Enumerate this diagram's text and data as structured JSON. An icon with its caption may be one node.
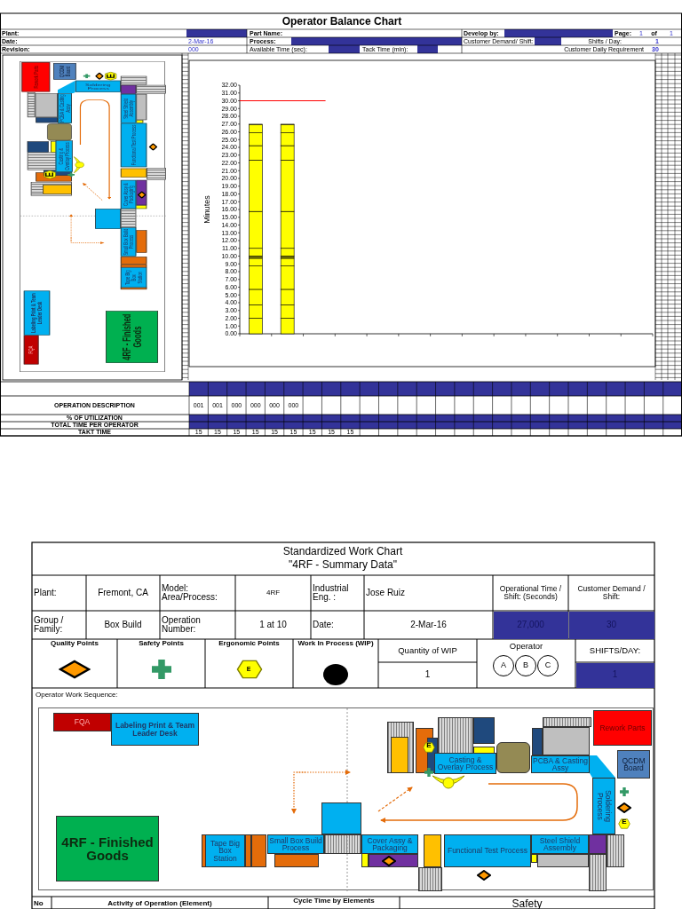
{
  "diagram": {
    "title": "Operator Balance Chart",
    "nodes": [
      {
        "text": [
          "FQA"
        ]
      },
      {
        "text": [
          "Labeling Print & Team Leader Desk"
        ]
      },
      {
        "text": [
          "Casting & Overlay Process"
        ]
      },
      {
        "text": [
          "PCBA & Casting Assy"
        ]
      },
      {
        "text": [
          "Rework Parts"
        ]
      },
      {
        "text": [
          "QCDM Board"
        ]
      },
      {
        "text": [
          "Soldering Process"
        ]
      },
      {
        "text": [
          "4RF - Finished Goods"
        ]
      },
      {
        "text": [
          "Tape Big Box Station"
        ]
      },
      {
        "text": [
          "Small Box Build Process"
        ]
      },
      {
        "text": [
          "Cover Assy & Packaging"
        ]
      },
      {
        "text": [
          "Functional Test Process"
        ]
      },
      {
        "text": [
          "Steel Shield Assembly"
        ]
      },
      {
        "text": [],
        "shape": "box"
      },
      {
        "text": [
          "FQA"
        ]
      },
      {
        "text": [
          "Labeling Print & Team Leader Desk"
        ]
      },
      {
        "text": [
          "Casting & Overlay Process"
        ]
      },
      {
        "text": [
          "PCBA & Casting Assy"
        ]
      },
      {
        "text": [
          "Rework Parts"
        ]
      },
      {
        "text": [
          "QCDM Board"
        ]
      },
      {
        "text": [
          "Soldering Process"
        ]
      },
      {
        "text": [
          "4RF - Finished Goods"
        ]
      },
      {
        "text": [
          "Tape Big Box Station"
        ]
      },
      {
        "text": [
          "Small Box Build Process"
        ]
      },
      {
        "text": [
          "Cover Assy & Packaging"
        ]
      },
      {
        "text": [
          "Functional Test Process"
        ]
      },
      {
        "text": [
          "Steel Shield Assembly"
        ]
      },
      {
        "text": [],
        "shape": "box"
      }
    ],
    "labels": [
      "Plant:",
      "Part Name:",
      "Develop by:",
      "Page:",
      "1",
      "of",
      "1",
      "Date:",
      "2-Mar-16",
      "Process:",
      "Customer Demand/ Shift:",
      "Shifts / Day:",
      "1",
      "Revision:",
      "000",
      "Available Time (sec):",
      "Tack Time (min):",
      "Customer Daily Requirement",
      "30",
      "E",
      "E",
      "OPERATION DESCRIPTION",
      "001",
      "001",
      "000",
      "000",
      "000",
      "000",
      "% OF UTILIZATION",
      "TOTAL TIME PER OPERATOR",
      "TAKT TIME",
      "15",
      "15",
      "15",
      "15",
      "15",
      "15",
      "15",
      "15",
      "15",
      "Standardized Work Chart",
      "\"4RF - Summary Data\"",
      "Plant:",
      "Fremont, CA",
      "Model: Area/Process:",
      "4RF",
      "Industrial Eng. :",
      "Jose Ruiz",
      "Operational Time / Shift: (Seconds)",
      "Customer Demand / Shift:",
      "Group / Family:",
      "Box Build",
      "Operation Number:",
      "1 at 10",
      "Date:",
      "2-Mar-16",
      "27,000",
      "30",
      "E",
      "Quantity of WIP",
      "1",
      "Operator",
      "A",
      "B",
      "C",
      "SHIFTS/DAY:",
      "1",
      "Operator Work Sequence:",
      "E",
      "E",
      "No",
      "Activity of Operation (Element)",
      "Cycle Time by Elements",
      "Safety"
    ],
    "legend": [
      {
        "text": "Quality Points"
      },
      {
        "text": "Safety Points"
      },
      {
        "text": "Ergonomic Points"
      },
      {
        "text": "Work In Process (WIP)"
      }
    ],
    "chart_data": {
      "type": "bar",
      "stacked": true,
      "ylabel": "Minutes",
      "categories": [
        null,
        null
      ],
      "series": [
        {
          "color": "#ffff00",
          "values": [
            2.0,
            2.0
          ]
        },
        {
          "color": "#ffff00",
          "values": [
            1.72,
            1.72
          ]
        },
        {
          "color": "#ffff00",
          "values": [
            2.0,
            2.0
          ]
        },
        {
          "color": "#ffff00",
          "values": [
            3.0,
            3.0
          ]
        },
        {
          "color": "#ffff00",
          "values": [
            1.0,
            1.0
          ]
        },
        {
          "color": "#808000",
          "values": [
            0.3,
            0.3
          ]
        },
        {
          "color": "#ffff00",
          "values": [
            0.98,
            0.98
          ]
        },
        {
          "color": "#ffff00",
          "values": [
            4.75,
            4.75
          ]
        },
        {
          "color": "#ffff00",
          "values": [
            6.6,
            6.6
          ]
        },
        {
          "color": "#ffff00",
          "values": [
            1.87,
            1.87
          ]
        },
        {
          "color": "#ffff00",
          "values": [
            1.65,
            1.65
          ]
        },
        {
          "color": "#ffff00",
          "values": [
            1.05,
            1.05
          ]
        },
        {
          "color": "#ffff00",
          "values": [
            0.06,
            0.06
          ]
        }
      ],
      "ylim": [
        0,
        32
      ],
      "yticks": [
        {
          "value": 0,
          "label": "0.00"
        },
        {
          "value": 1,
          "label": "1.00"
        },
        {
          "value": 2,
          "label": "2.00"
        },
        {
          "value": 3,
          "label": "3.00"
        },
        {
          "value": 4,
          "label": "4.00"
        },
        {
          "value": 5,
          "label": "5.00"
        },
        {
          "value": 6,
          "label": "6.00"
        },
        {
          "value": 7,
          "label": "7.00"
        },
        {
          "value": 8,
          "label": "8.00"
        },
        {
          "value": 9,
          "label": "9.00"
        },
        {
          "value": 10,
          "label": "10.00"
        },
        {
          "value": 11,
          "label": "11.00"
        },
        {
          "value": 12,
          "label": "12.00"
        },
        {
          "value": 13,
          "label": "13.00"
        },
        {
          "value": 14,
          "label": "14.00"
        },
        {
          "value": 15,
          "label": "15.00"
        },
        {
          "value": 16,
          "label": "16.00"
        },
        {
          "value": 17,
          "label": "17.00"
        },
        {
          "value": 18,
          "label": "18.00"
        },
        {
          "value": 19,
          "label": "19.00"
        },
        {
          "value": 20,
          "label": "20.00"
        },
        {
          "value": 21,
          "label": "21.00"
        },
        {
          "value": 22,
          "label": "22.00"
        },
        {
          "value": 23,
          "label": "23.00"
        },
        {
          "value": 24,
          "label": "24.00"
        },
        {
          "value": 25,
          "label": "25.00"
        },
        {
          "value": 26,
          "label": "26.00"
        },
        {
          "value": 27,
          "label": "27.00"
        },
        {
          "value": 28,
          "label": "28.00"
        },
        {
          "value": 29,
          "label": "29.00"
        },
        {
          "value": 30,
          "label": "30.00"
        },
        {
          "value": 31,
          "label": "31.00"
        },
        {
          "value": 32,
          "label": "32.00"
        }
      ],
      "ref_lines": [
        {
          "axis": "y",
          "value": 30,
          "color": "#ff0000"
        }
      ]
    }
  }
}
